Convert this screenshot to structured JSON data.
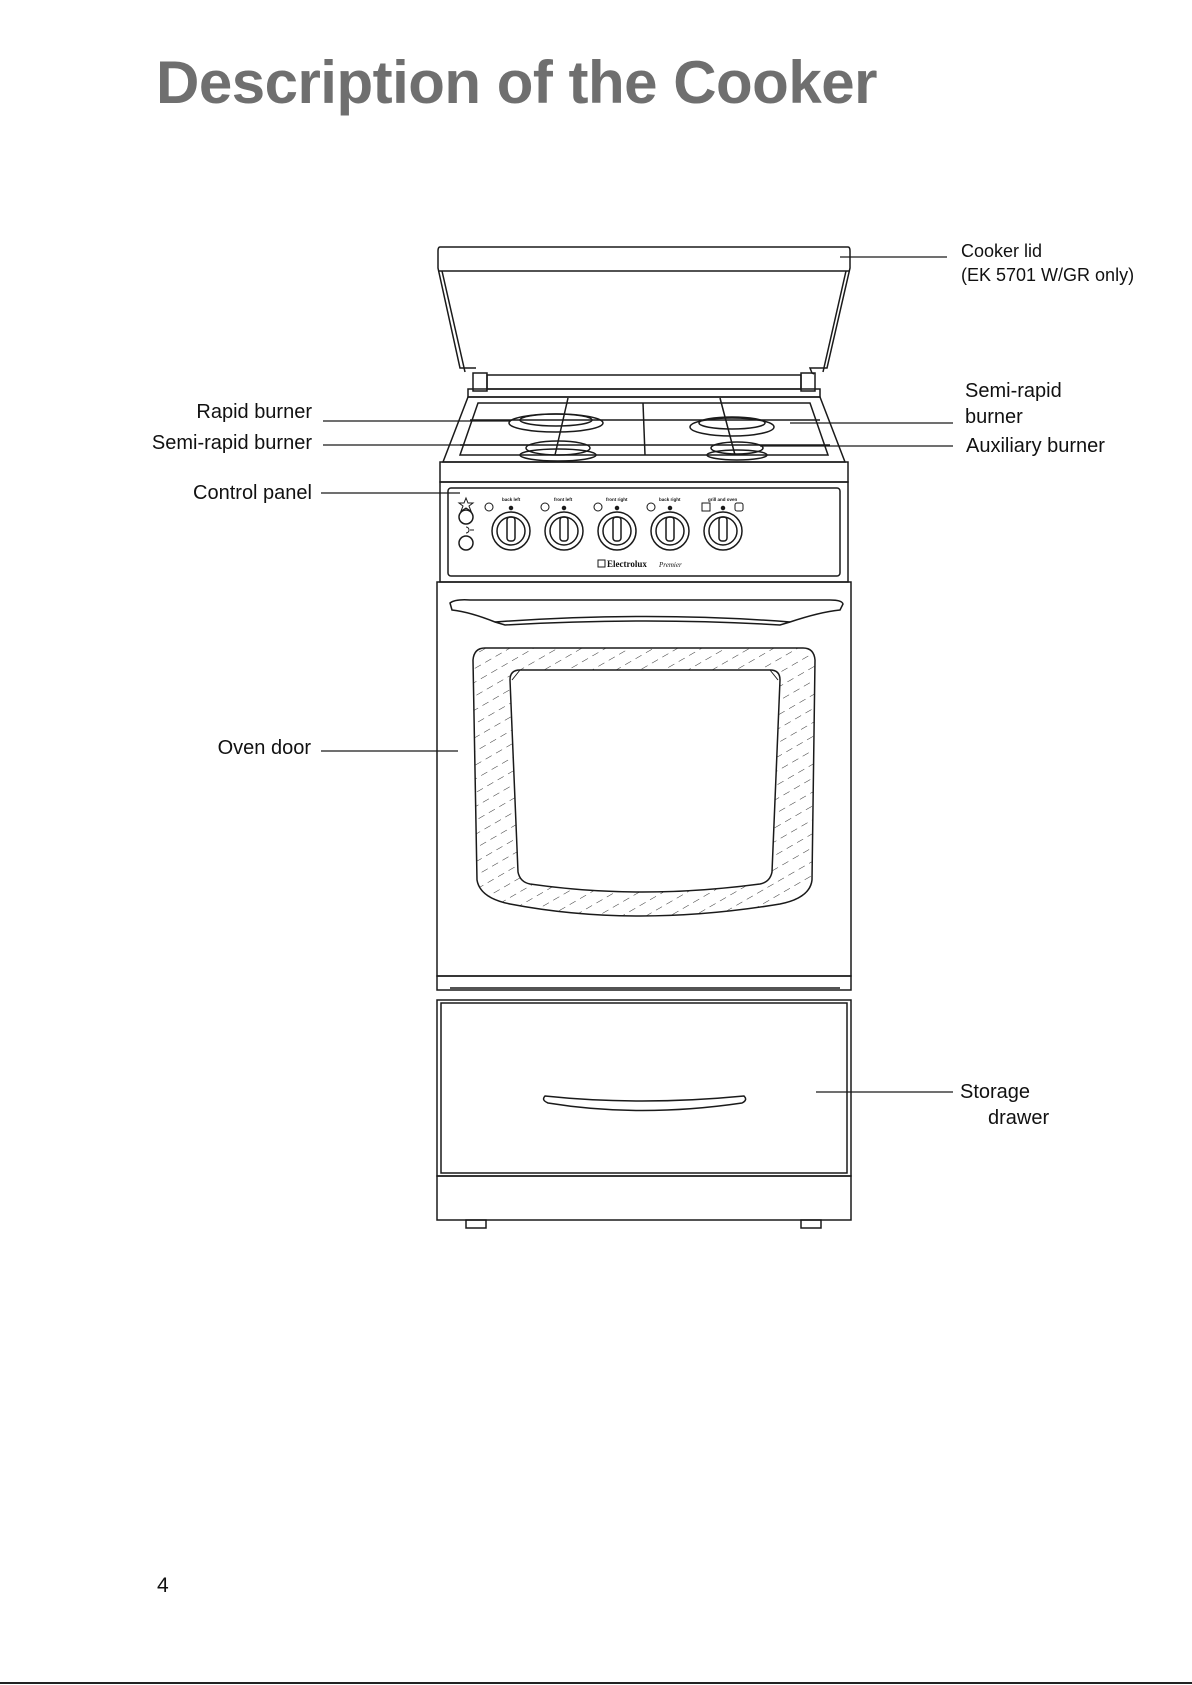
{
  "page": {
    "title": "Description of the Cooker",
    "page_number": "4"
  },
  "labels": {
    "cooker_lid_line1": "Cooker lid",
    "cooker_lid_line2": "(EK 5701 W/GR only)",
    "semi_rapid_right_line1": "Semi-rapid",
    "semi_rapid_right_line2": "burner",
    "auxiliary_burner": "Auxiliary burner",
    "rapid_burner": "Rapid burner",
    "semi_rapid_left": "Semi-rapid burner",
    "control_panel": "Control panel",
    "oven_door": "Oven door",
    "storage_drawer_line1": "Storage",
    "storage_drawer_line2": "drawer"
  },
  "control_panel": {
    "knob_labels": [
      "back left",
      "front left",
      "front right",
      "back right",
      "grill and oven"
    ],
    "brand": "Electrolux",
    "brand_suffix": "Premier"
  }
}
